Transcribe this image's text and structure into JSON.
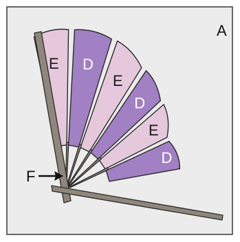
{
  "panel_label": "A",
  "pointer_label": "F",
  "colors": {
    "panel_background": "#ececec",
    "segment_E": "#e6c8dd",
    "segment_D": "#a280c4",
    "rib": "#8f877c",
    "label_on_E": "#1a1a1a",
    "label_on_D": "#ffffff"
  },
  "segments": [
    {
      "label": "E"
    },
    {
      "label": "D"
    },
    {
      "label": "E"
    },
    {
      "label": "D"
    },
    {
      "label": "E"
    },
    {
      "label": "D"
    }
  ]
}
